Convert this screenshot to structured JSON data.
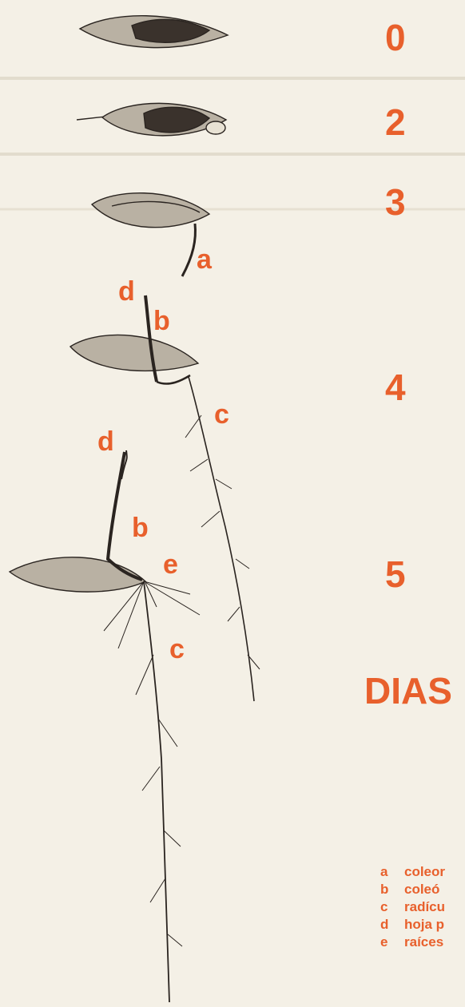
{
  "days": [
    "0",
    "2",
    "3",
    "4",
    "5"
  ],
  "days_label": "DIAS",
  "part_labels": {
    "a": "a",
    "b": "b",
    "c": "c",
    "d": "d",
    "e": "e"
  },
  "legend": [
    {
      "key": "a",
      "text": "coleor"
    },
    {
      "key": "b",
      "text": "coleó"
    },
    {
      "key": "c",
      "text": "radícu"
    },
    {
      "key": "d",
      "text": "hoja p"
    },
    {
      "key": "e",
      "text": "raíces"
    }
  ],
  "colors": {
    "background": "#f4f0e6",
    "label": "#e8602c",
    "ink": "#2a2420",
    "seed_fill": "#b9b1a3"
  }
}
